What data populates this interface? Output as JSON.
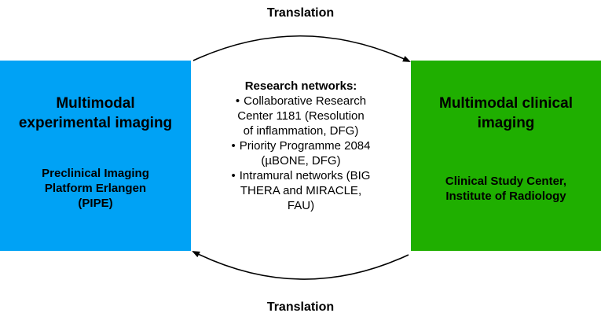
{
  "colors": {
    "left_box": "#00A2F5",
    "right_box": "#1FAF00",
    "arrow": "#000000"
  },
  "translation_top": "Translation",
  "translation_bottom": "Translation",
  "left_box": {
    "title_lines": [
      "Multimodal",
      "experimental imaging"
    ],
    "sub_lines": [
      "Preclinical Imaging",
      "Platform Erlangen",
      "(PIPE)"
    ]
  },
  "right_box": {
    "title_lines": [
      "Multimodal clinical",
      "imaging"
    ],
    "sub_lines": [
      "Clinical Study Center,",
      "Institute of Radiology"
    ]
  },
  "center": {
    "heading": "Research networks:",
    "bullet": "•",
    "items": [
      [
        "Collaborative Research",
        "Center 1181 (Resolution",
        "of inflammation, DFG)"
      ],
      [
        "Priority Programme 2084",
        "(µBONE, DFG)"
      ],
      [
        "Intramural networks (BIG",
        "THERA and MIRACLE,",
        "FAU)"
      ]
    ]
  }
}
